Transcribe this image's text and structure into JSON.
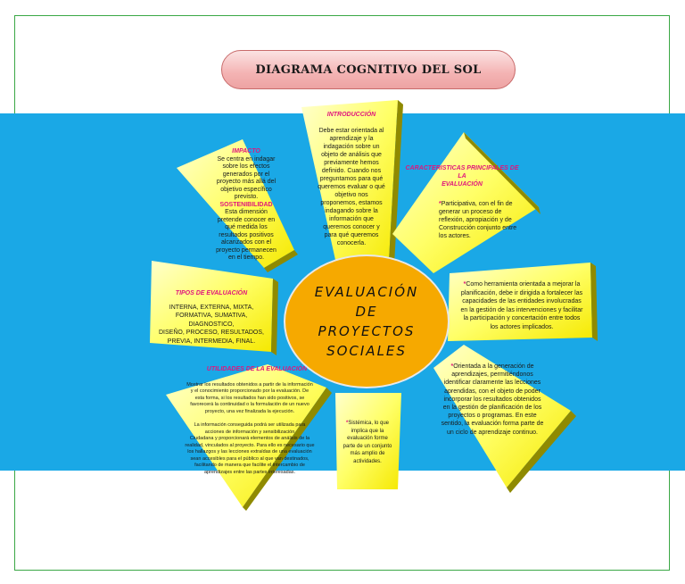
{
  "title": "DIAGRAMA COGNITIVO DEL SOL",
  "center": {
    "lines": [
      "EVALUACIÓN",
      "DE",
      "PROYECTOS",
      "SOCIALES"
    ]
  },
  "colors": {
    "band": "#1aa8e6",
    "ray": "#ffff66",
    "center": "#f6a900",
    "heading": "#e0157c",
    "border": "#3aa845"
  },
  "rays": {
    "introduccion": {
      "heading": "INTRODUCCIÓN",
      "lines": [
        "Debe estar orientada al",
        "aprendizaje y la",
        "indagación sobre un",
        "objeto de análisis que",
        "previamente hemos",
        "definido. Cuando nos",
        "preguntamos para qué",
        "queremos evaluar o qué",
        "objetivo nos",
        "proponemos, estamos",
        "indagando sobre la",
        "información que",
        "queremos conocer y",
        "para qué queremos",
        "conocerla."
      ]
    },
    "impacto": {
      "heading1": "IMPACTO",
      "lines1": [
        "Se centra en indagar",
        "sobre los efectos",
        "generados por el",
        "proyecto más allá del",
        "objetivo específico",
        "previsto."
      ],
      "heading2": "SOSTENIBILIDAD",
      "lines2": [
        "Esta dimensión",
        "pretende conocer en",
        "qué medida los",
        "resultados positivos",
        "alcanzados con el",
        "proyecto permanecen",
        "en el tiempo."
      ]
    },
    "caracteristicas": {
      "heading": [
        "CARACTERISTICAS PRINCIPALES DE LA",
        "EVALUACIÓN"
      ],
      "bullet": "*",
      "lines": [
        "Participativa, con el fin de",
        "generar un proceso de",
        "reflexión, apropiación y de",
        "Construcción conjunto entre",
        "los     actores."
      ]
    },
    "tipos": {
      "heading": "TIPOS DE EVALUACIÓN",
      "lines": [
        "INTERNA, EXTERNA, MIXTA,",
        "FORMATIVA, SUMATIVA, DIAGNOSTICO,",
        "DISEÑO, PROCESO, RESULTADOS,",
        "PREVIA, INTERMEDIA, FINAL."
      ]
    },
    "herramienta": {
      "bullet": "*",
      "lines": [
        "Como herramienta orientada a mejorar la",
        "planificación, debe ir dirigida a fortalecer las",
        "capacidades de las entidades involucradas",
        "en la gestión de las intervenciones y facilitar",
        "la participación y concertación entre todos",
        "los actores implicados."
      ]
    },
    "utilidades": {
      "heading": "UTILIDADES DE LA EVALUACIÓN",
      "lines1": [
        "Mostrar los resultados obtenidos a partir de la información",
        "y el conocimiento proporcionado por la evaluación. De",
        "esta forma, si los resultados han sido positivos, se",
        "favorecerá la continuidad o la formulación de un nuevo",
        "proyecto, una vez finalizada la ejecución."
      ],
      "lines2": [
        "La información conseguida podrá ser utilizada para",
        "acciones de información y sensibilización",
        "Ciudadana y proporcionará elementos de análisis de la",
        "realidad, vinculados al proyecto. Para ello es necesario que",
        "los hallazgos y las lecciones extraídas de una evaluación",
        "sean accesibles para el público al que van destinados,",
        "facilitando de manera que facilite el intercambio de",
        "aprendizajes entre las partes interesadas."
      ]
    },
    "sistemica": {
      "bullet": "*",
      "lines": [
        "Sistémica, lo que",
        "implica que la",
        "evaluación forme",
        "parte de un conjunto",
        "más amplio de",
        "actividades."
      ]
    },
    "aprendizaje": {
      "bullet": "*",
      "lines": [
        "Orientada a la generación de",
        "aprendizajes, permitiéndonos",
        "identificar claramente las lecciones",
        "aprendidas, con el objeto de poder",
        "incorporar los resultados obtenidos",
        "en la gestión de planificación de los",
        "proyectos o programas. En este",
        "sentido, la evaluación forma parte de",
        "un ciclo de aprendizaje continuo."
      ]
    }
  }
}
